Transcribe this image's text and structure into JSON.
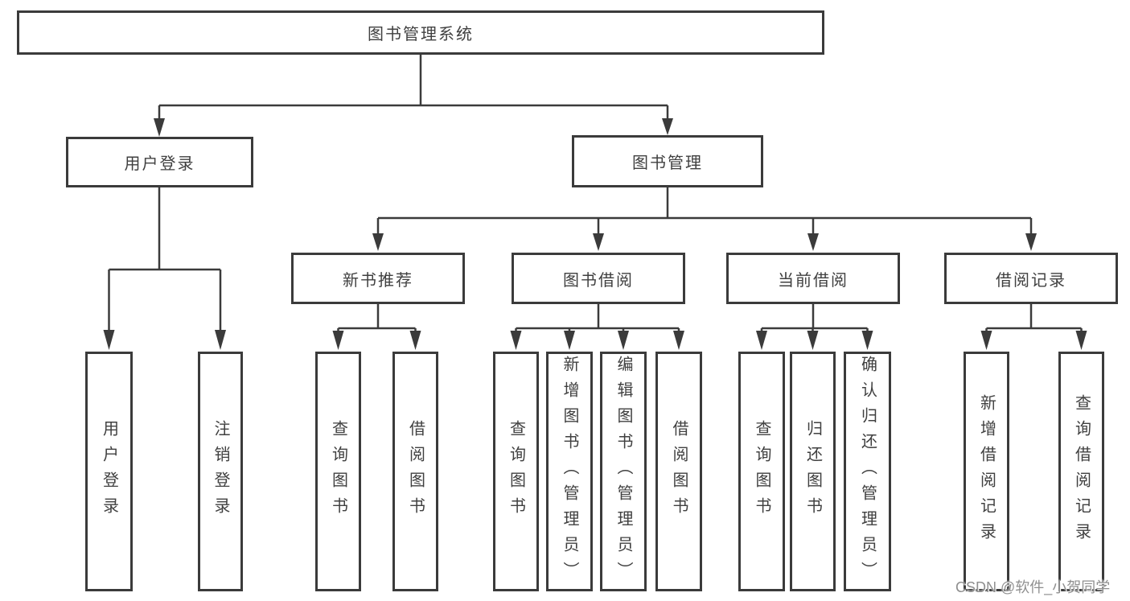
{
  "colors": {
    "line": "#3b3b3b",
    "box_border": "#3b3b3b",
    "text": "#404040",
    "background": "#ffffff",
    "watermark": "#8f8f8f"
  },
  "watermark": {
    "text": "CSDN @软件_小贺同学"
  },
  "tree": {
    "root": {
      "label": "图书管理系统"
    },
    "user_login": {
      "label": "用户登录",
      "children": [
        {
          "label": "用户登录"
        },
        {
          "label": "注销登录"
        }
      ]
    },
    "book_mgmt": {
      "label": "图书管理",
      "sections": [
        {
          "label": "新书推荐",
          "children": [
            {
              "label": "查询图书"
            },
            {
              "label": "借阅图书"
            }
          ]
        },
        {
          "label": "图书借阅",
          "children": [
            {
              "label": "查询图书"
            },
            {
              "label": "新增图书（管理员）"
            },
            {
              "label": "编辑图书（管理员）"
            },
            {
              "label": "借阅图书"
            }
          ]
        },
        {
          "label": "当前借阅",
          "children": [
            {
              "label": "查询图书"
            },
            {
              "label": "归还图书"
            },
            {
              "label": "确认归还（管理员）"
            }
          ]
        },
        {
          "label": "借阅记录",
          "children": [
            {
              "label": "新增借阅记录"
            },
            {
              "label": "查询借阅记录"
            }
          ]
        }
      ]
    }
  }
}
